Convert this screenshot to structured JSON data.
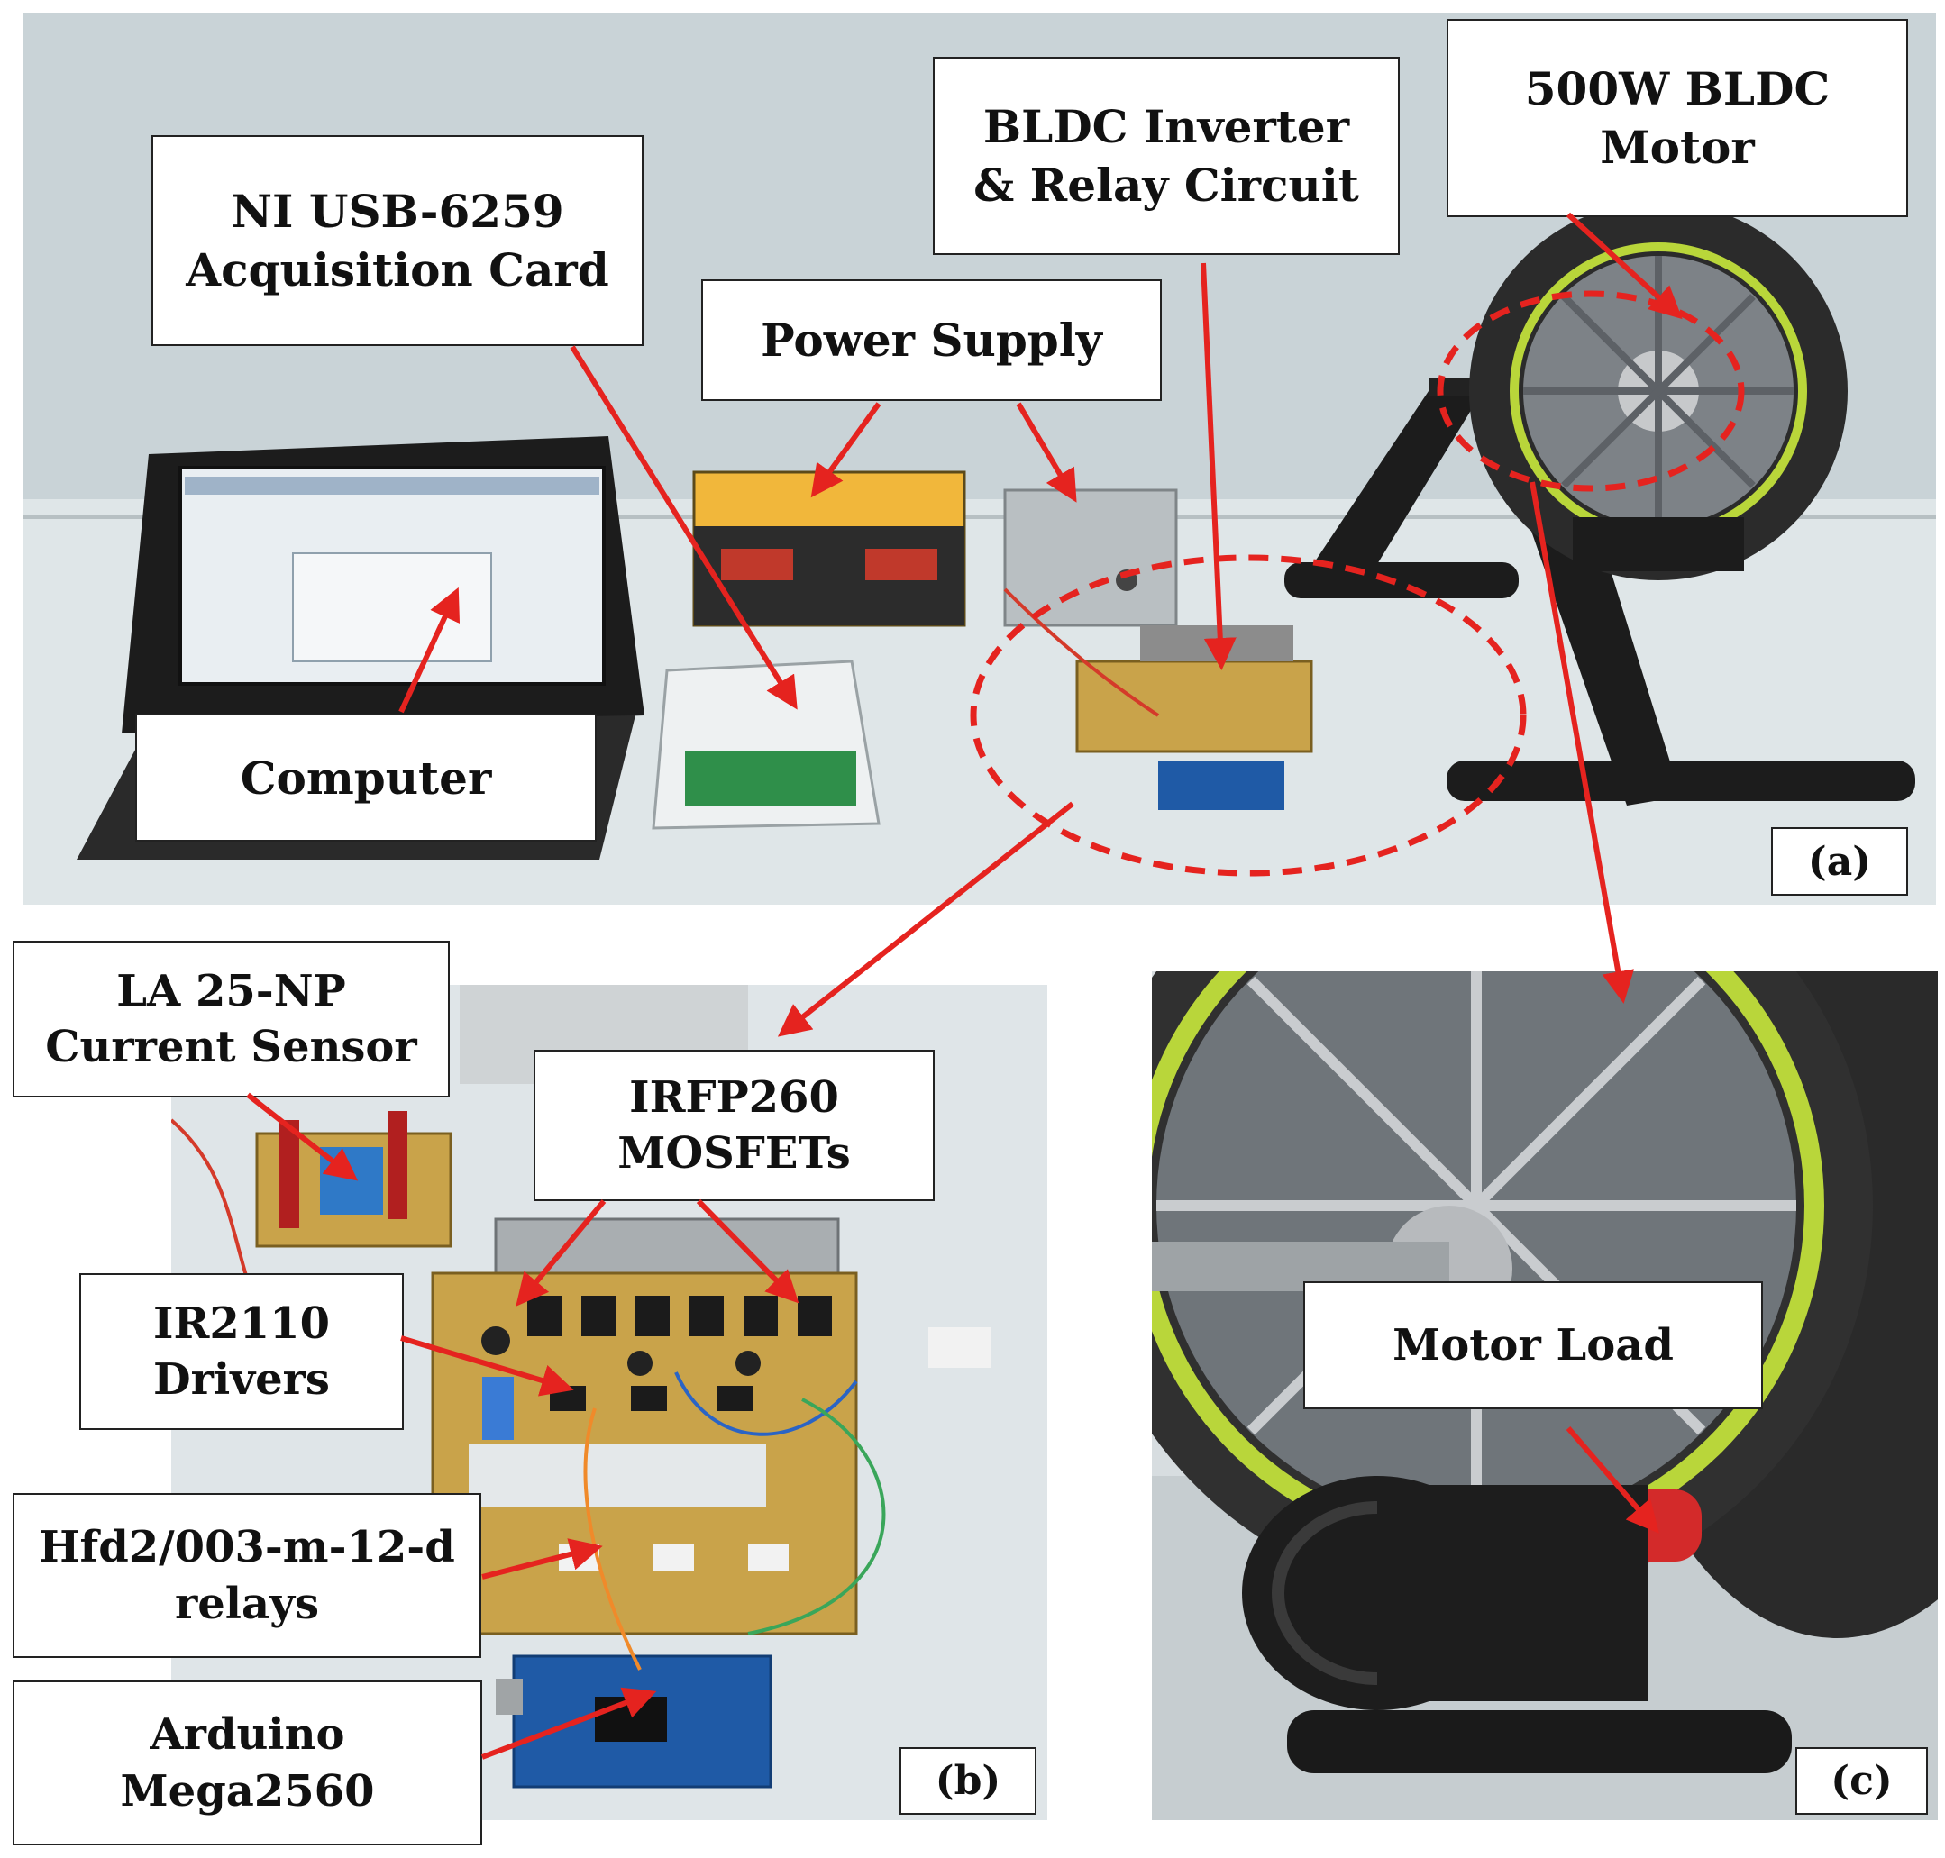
{
  "panels": {
    "a": {
      "tag": "(a)"
    },
    "b": {
      "tag": "(b)"
    },
    "c": {
      "tag": "(c)"
    }
  },
  "labels": {
    "daq": [
      "NI USB-6259",
      "Acquisition Card"
    ],
    "inverter": [
      "BLDC Inverter",
      "& Relay Circuit"
    ],
    "motor": [
      "500W BLDC",
      "Motor"
    ],
    "power_supply": [
      "Power Supply"
    ],
    "computer": [
      "Computer"
    ],
    "current_sensor": [
      "LA 25-NP",
      "Current Sensor"
    ],
    "mosfets": [
      "IRFP260",
      "MOSFETs"
    ],
    "drivers": [
      "IR2110",
      "Drivers"
    ],
    "relays": [
      "Hfd2/003-m-12-d",
      "relays"
    ],
    "arduino": [
      "Arduino",
      "Mega2560"
    ],
    "motor_load": [
      "Motor Load"
    ]
  },
  "colors": {
    "arrow": "#e5231f",
    "wall": "#cdd6d9",
    "table": "#dde4e6",
    "board": "#c9a34a",
    "tire": "#2b2b2b",
    "rim_green": "#b9d63a"
  }
}
